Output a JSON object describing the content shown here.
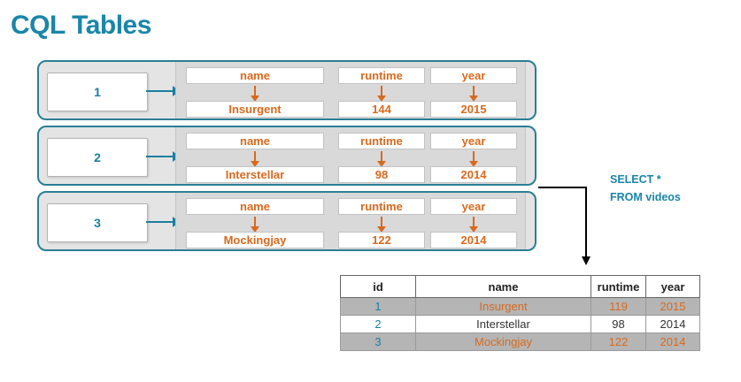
{
  "title": "CQL Tables",
  "rows": [
    {
      "key": "1",
      "columns": [
        "name",
        "runtime",
        "year"
      ],
      "values": [
        "Insurgent",
        "144",
        "2015"
      ]
    },
    {
      "key": "2",
      "columns": [
        "name",
        "runtime",
        "year"
      ],
      "values": [
        "Interstellar",
        "98",
        "2014"
      ]
    },
    {
      "key": "3",
      "columns": [
        "name",
        "runtime",
        "year"
      ],
      "values": [
        "Mockingjay",
        "122",
        "2014"
      ]
    }
  ],
  "query": {
    "line1": "SELECT *",
    "line2": "FROM videos"
  },
  "result": {
    "headers": [
      "id",
      "name",
      "runtime",
      "year"
    ],
    "rows": [
      [
        "1",
        "Insurgent",
        "119",
        "2015"
      ],
      [
        "2",
        "Interstellar",
        "98",
        "2014"
      ],
      [
        "3",
        "Mockingjay",
        "122",
        "2014"
      ]
    ]
  },
  "colors": {
    "accent": "#1a86a8",
    "value": "#d76a1e",
    "connector": "#000000"
  }
}
